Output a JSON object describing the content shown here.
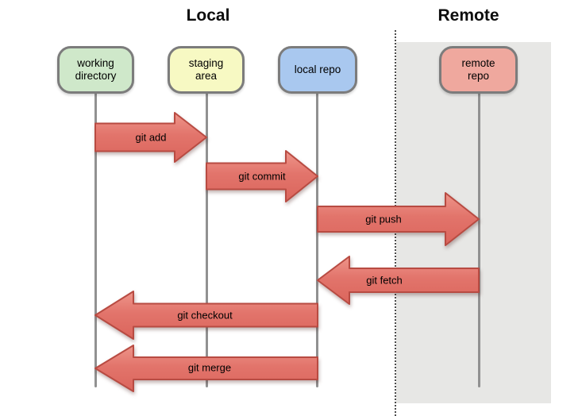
{
  "titles": [
    {
      "id": "local",
      "text": "Local"
    },
    {
      "id": "remote",
      "text": "Remote"
    }
  ],
  "nodes": [
    {
      "id": "working-directory",
      "label": "working\ndirectory",
      "fill": "#cfe8ca"
    },
    {
      "id": "staging-area",
      "label": "staging\narea",
      "fill": "#f7f9c3"
    },
    {
      "id": "local-repo",
      "label": "local repo",
      "fill": "#a9c8ef"
    },
    {
      "id": "remote-repo",
      "label": "remote\nrepo",
      "fill": "#efa89e"
    }
  ],
  "arrows": [
    {
      "label": "git add",
      "from": "working directory",
      "to": "staging area",
      "direction": "right"
    },
    {
      "label": "git commit",
      "from": "staging area",
      "to": "local repo",
      "direction": "right"
    },
    {
      "label": "git push",
      "from": "local repo",
      "to": "remote repo",
      "direction": "right"
    },
    {
      "label": "git fetch",
      "from": "remote repo",
      "to": "local repo",
      "direction": "left"
    },
    {
      "label": "git checkout",
      "from": "local repo",
      "to": "working directory",
      "direction": "left"
    },
    {
      "label": "git merge",
      "from": "local repo",
      "to": "working directory",
      "direction": "left"
    }
  ],
  "colors": {
    "arrow_fill": "#e4766c",
    "arrow_border": "#b84b42",
    "remote_region_bg": "#e7e7e5",
    "lifeline_gray": "#919191",
    "node_border_gray": "#7c7c7c",
    "working_directory_fill": "#cfe8ca",
    "staging_area_fill": "#f7f9c3",
    "local_repo_fill": "#a9c8ef",
    "remote_repo_fill": "#efa89e"
  }
}
